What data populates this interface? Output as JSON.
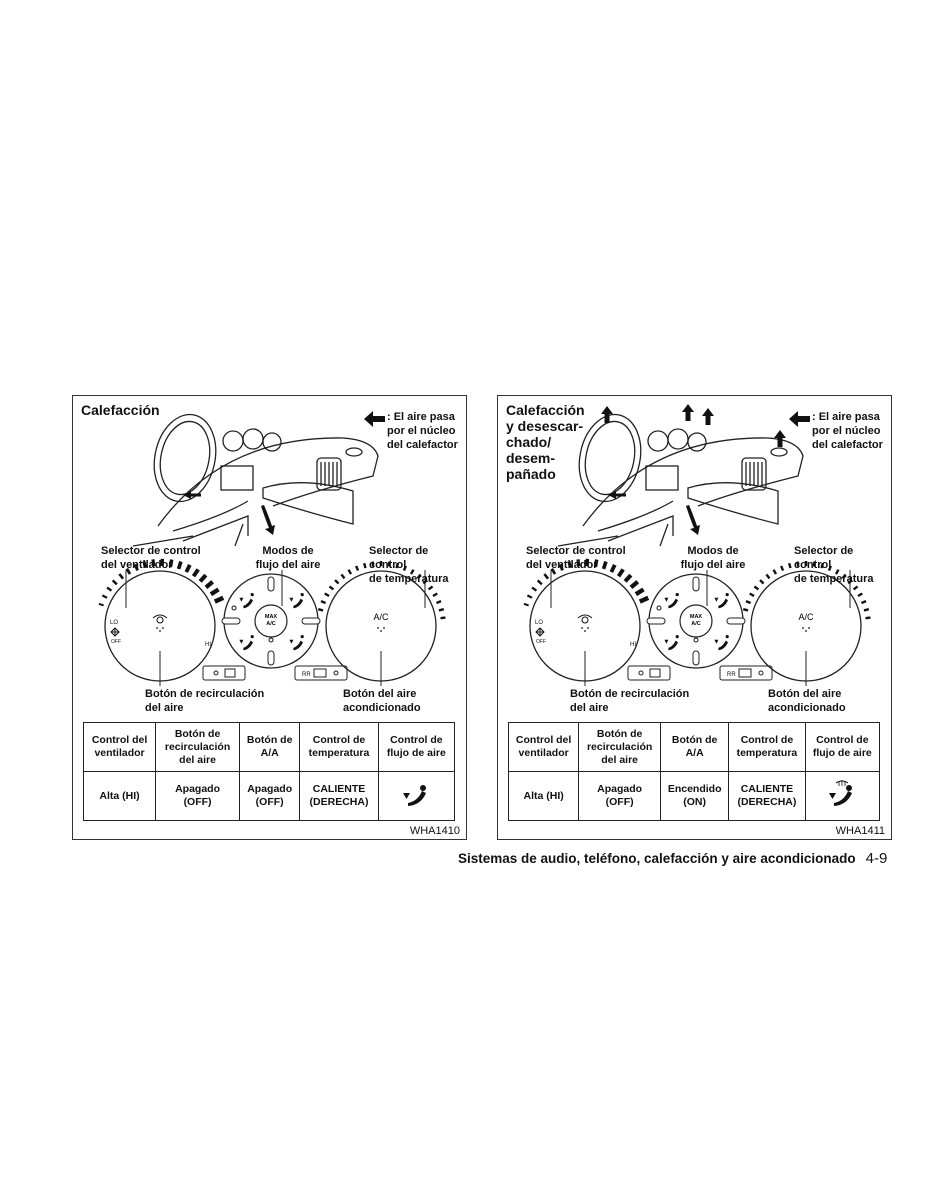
{
  "left": {
    "title_lines": [
      "Calefacción"
    ],
    "legend_lines": [
      ": El aire pasa",
      "por el núcleo",
      "del calefactor"
    ],
    "labels": {
      "fan_selector": [
        "Selector de control",
        "del ventilador"
      ],
      "airflow_modes": [
        "Modos de",
        "flujo del aire"
      ],
      "temp_selector": [
        "Selector de control",
        "de temperatura"
      ],
      "recirc_button": [
        "Botón de recirculación",
        "del aire"
      ],
      "ac_button": [
        "Botón del aire",
        "acondicionado"
      ]
    },
    "dial_text": {
      "lo": "LO",
      "off": "OFF",
      "hi": "HI",
      "max_ac": [
        "MAX",
        "A/C"
      ],
      "ac": "A/C",
      "rr": "RR"
    },
    "table": {
      "headers": [
        [
          "Control del",
          "ventilador"
        ],
        [
          "Botón de",
          "recirculación",
          "del aire"
        ],
        [
          "Botón de",
          "A/A"
        ],
        [
          "Control de",
          "temperatura"
        ],
        [
          "Control de",
          "flujo de aire"
        ]
      ],
      "values": [
        [
          "Alta (HI)"
        ],
        [
          "Apagado",
          "(OFF)"
        ],
        [
          "Apagado",
          "(OFF)"
        ],
        [
          "CALIENTE",
          "(DERECHA)"
        ],
        []
      ],
      "mode_icon": "floor-vent-icon"
    },
    "code": "WHA1410"
  },
  "right": {
    "title_lines": [
      "Calefacción",
      "y desescar-",
      "chado/",
      "desem-",
      "pañado"
    ],
    "legend_lines": [
      ": El aire pasa",
      "por el núcleo",
      "del calefactor"
    ],
    "labels": {
      "fan_selector": [
        "Selector de control",
        "del ventilador"
      ],
      "airflow_modes": [
        "Modos de",
        "flujo del aire"
      ],
      "temp_selector": [
        "Selector de control",
        "de temperatura"
      ],
      "recirc_button": [
        "Botón de recirculación",
        "del aire"
      ],
      "ac_button": [
        "Botón del aire",
        "acondicionado"
      ]
    },
    "dial_text": {
      "lo": "LO",
      "off": "OFF",
      "hi": "HI",
      "max_ac": [
        "MAX",
        "A/C"
      ],
      "ac": "A/C",
      "rr": "RR"
    },
    "table": {
      "headers": [
        [
          "Control del",
          "ventilador"
        ],
        [
          "Botón de",
          "recirculación",
          "del aire"
        ],
        [
          "Botón de",
          "A/A"
        ],
        [
          "Control de",
          "temperatura"
        ],
        [
          "Control de",
          "flujo de aire"
        ]
      ],
      "values": [
        [
          "Alta (HI)"
        ],
        [
          "Apagado",
          "(OFF)"
        ],
        [
          "Encendido",
          "(ON)"
        ],
        [
          "CALIENTE",
          "(DERECHA)"
        ],
        []
      ],
      "mode_icon": "floor-defrost-vent-icon"
    },
    "code": "WHA1411"
  },
  "footer": {
    "section_title": "Sistemas de audio, teléfono, calefacción y aire acondicionado",
    "page_number": "4-9"
  },
  "colors": {
    "ink": "#111111",
    "border": "#333333"
  }
}
